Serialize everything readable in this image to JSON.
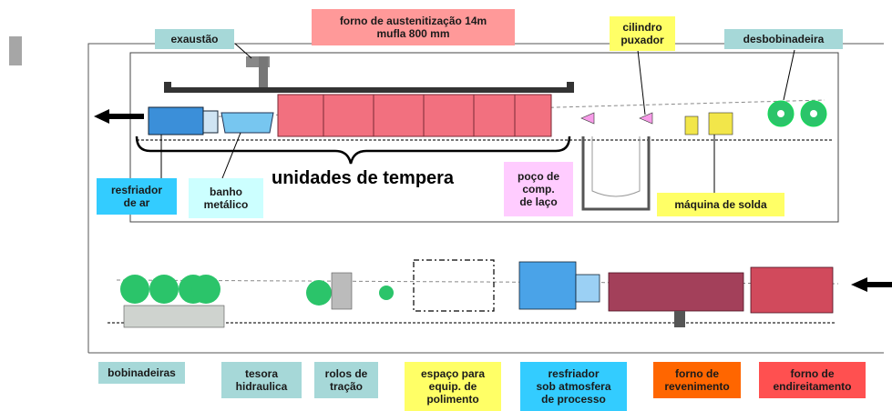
{
  "title": {
    "line1": "forno de austenitização 14m",
    "line2": "mufla 800 mm"
  },
  "top_labels": {
    "exaustao": "exaustão",
    "cilindro": {
      "line1": "cilindro",
      "line2": "puxador"
    },
    "desbobinadeira": "desbobinadeira"
  },
  "annotations": {
    "unidades": "unidades de tempera",
    "resfriador_ar": {
      "line1": "resfriador",
      "line2": "de ar"
    },
    "banho": {
      "line1": "banho",
      "line2": "metálico"
    },
    "poco": {
      "line1": "poço de",
      "line2": "comp.",
      "line3": "de laço"
    },
    "solda": "máquina de solda"
  },
  "bottom_labels": {
    "bobinadeiras": "bobinadeiras",
    "tesora": {
      "line1": "tesora",
      "line2": "hidraulica"
    },
    "rolos": {
      "line1": "rolos de",
      "line2": "tração"
    },
    "espaco": {
      "line1": "espaço para",
      "line2": "equip. de",
      "line3": "polimento"
    },
    "resfriador_atm": {
      "line1": "resfriador",
      "line2": "sob atmosfera",
      "line3": "de processo"
    },
    "revenimento": {
      "line1": "forno de",
      "line2": "revenimento"
    },
    "endireitamento": {
      "line1": "forno de",
      "line2": "endireitamento"
    }
  },
  "colors": {
    "pink": "#ff9999",
    "yellow": "#ffff66",
    "teal": "#a6d8d8",
    "blue": "#33ccff",
    "light_cyan": "#ccffff",
    "violet": "#ffccff",
    "orange": "#ff6600",
    "red": "#ff5050",
    "green": "#00cc66",
    "maroon": "#b45a6e",
    "steel": "#3d8fd6"
  }
}
